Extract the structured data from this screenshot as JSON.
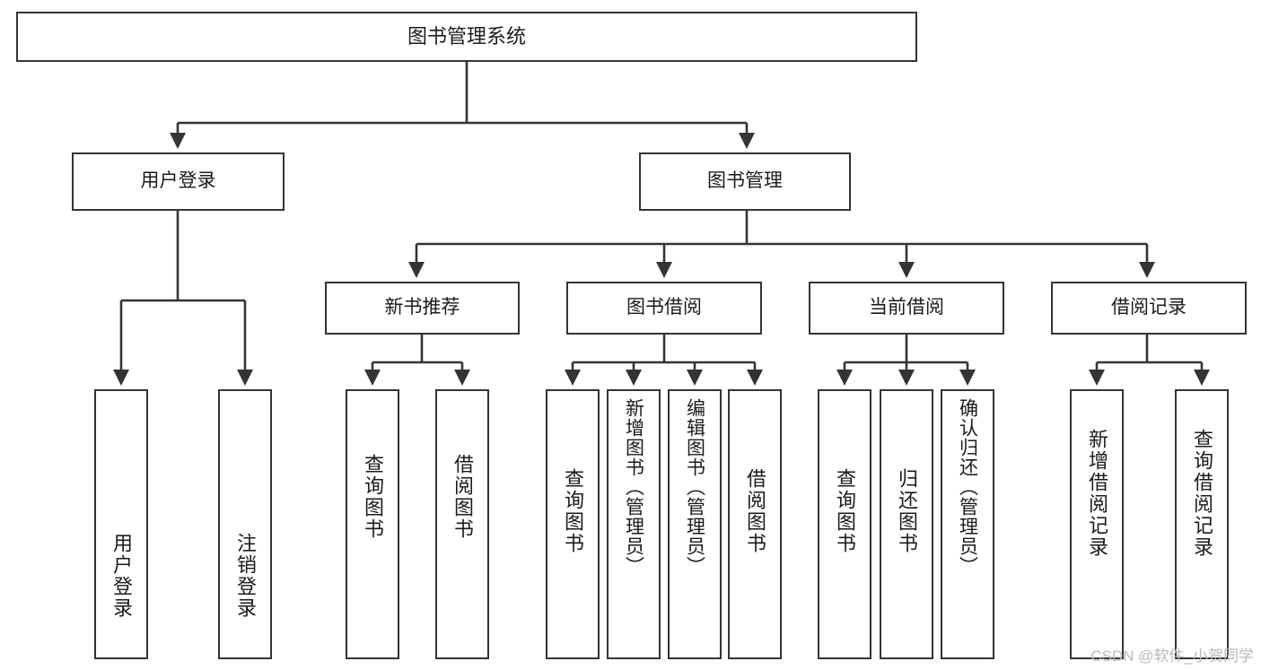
{
  "diagram": {
    "type": "tree",
    "title": "图书管理系统",
    "root": {
      "label": "图书管理系统"
    },
    "level2": [
      {
        "label": "用户登录"
      },
      {
        "label": "图书管理"
      }
    ],
    "level3": [
      {
        "label": "新书推荐"
      },
      {
        "label": "图书借阅"
      },
      {
        "label": "当前借阅"
      },
      {
        "label": "借阅记录"
      }
    ],
    "leaves": {
      "user_login": [
        {
          "label": "用户登录"
        },
        {
          "label": "注销登录"
        }
      ],
      "new_book_recommend": [
        {
          "label": "查询图书"
        },
        {
          "label": "借阅图书"
        }
      ],
      "book_borrow": [
        {
          "label": "查询图书"
        },
        {
          "label": "新增图书（管理员）"
        },
        {
          "label": "编辑图书（管理员）"
        },
        {
          "label": "借阅图书"
        }
      ],
      "current_borrow": [
        {
          "label": "查询图书"
        },
        {
          "label": "归还图书"
        },
        {
          "label": "确认归还（管理员）"
        }
      ],
      "borrow_record": [
        {
          "label": "新增借阅记录"
        },
        {
          "label": "查询借阅记录"
        }
      ]
    }
  },
  "watermark": {
    "text": "CSDN @软件_小贺同学"
  },
  "colors": {
    "stroke": "#343434",
    "fill": "#ffffff",
    "text": "#1b1b1b",
    "watermark": "#b9b9b9"
  }
}
